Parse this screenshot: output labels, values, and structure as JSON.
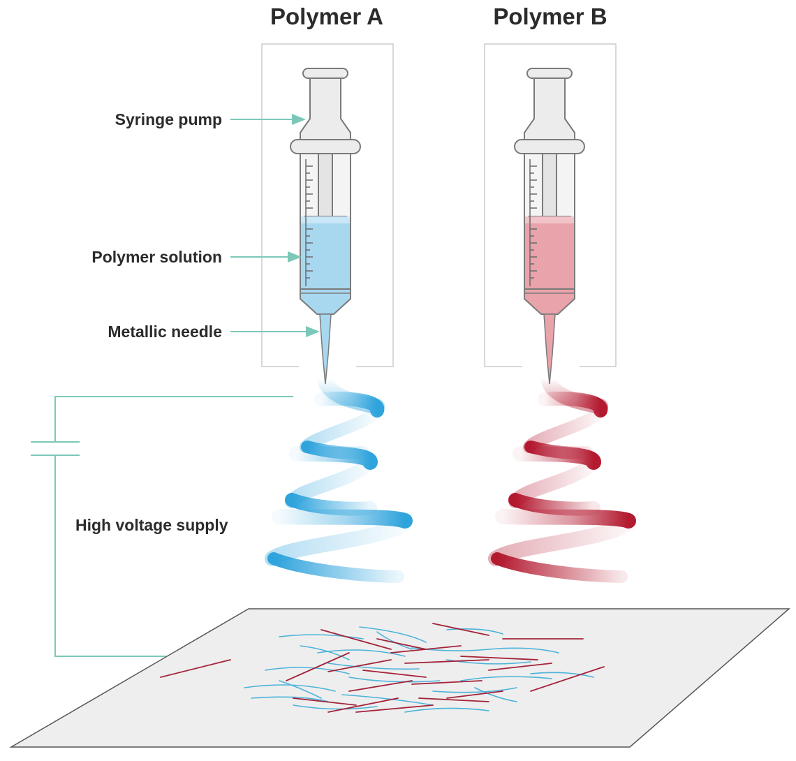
{
  "titles": {
    "polymer_a": "Polymer A",
    "polymer_b": "Polymer B"
  },
  "labels": {
    "syringe_pump": "Syringe pump",
    "polymer_solution": "Polymer solution",
    "metallic_needle": "Metallic needle",
    "high_voltage_supply": "High voltage supply"
  },
  "colors": {
    "polymer_a_fluid": "#a8d8f0",
    "polymer_a_jet": "#2ea3dc",
    "polymer_a_fiber": "#4bb3d9",
    "polymer_b_fluid": "#e9a3ab",
    "polymer_b_jet": "#b3192f",
    "polymer_b_fiber": "#a3233a",
    "connector_line": "#7cc8b8",
    "syringe_outline": "#7a7a7a",
    "syringe_body": "#ececec",
    "collector_fill": "#eeeeee",
    "collector_outline": "#555555",
    "frame": "#cccccc"
  }
}
